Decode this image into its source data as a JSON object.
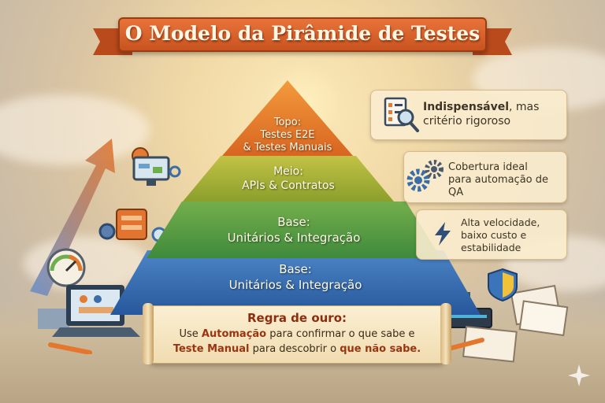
{
  "title": "O Modelo da Pirâmide de Testes",
  "pyramid": {
    "top": [
      "Topo:",
      "Testes E2E",
      "& Testes Manuais"
    ],
    "middle": [
      "Meio:",
      "APIs & Contratos"
    ],
    "base1": [
      "Base:",
      "Unitários & Integração"
    ],
    "base2": [
      "Base:",
      "Unitários & Integração"
    ]
  },
  "cards": {
    "top": {
      "bold": "Indispensável",
      "rest1": ", mas",
      "rest2": "critério rigoroso",
      "icon": "checklist-magnifier-icon"
    },
    "middle": {
      "lines": [
        "Cobertura ideal",
        "para automação de",
        "QA"
      ],
      "icon": "gears-icon"
    },
    "base": {
      "lines": [
        "Alta velocidade,",
        "baixo custo e",
        "estabilidade"
      ],
      "icon": "lightning-icon"
    }
  },
  "golden_rule": {
    "title": "Regra de ouro:",
    "line1": {
      "a": "Use ",
      "b": "Automação",
      "c": " para confirmar o que sabe e"
    },
    "line2": {
      "a": "Teste Manual",
      "b": " para descobrir o ",
      "c": "que não sabe."
    }
  },
  "colors": {
    "banner": "#d8602a",
    "top_tier": "#e27a2c",
    "middle_tier": "#a8b23a",
    "base1_tier": "#5a9d44",
    "base2_tier": "#3a6fb2"
  }
}
